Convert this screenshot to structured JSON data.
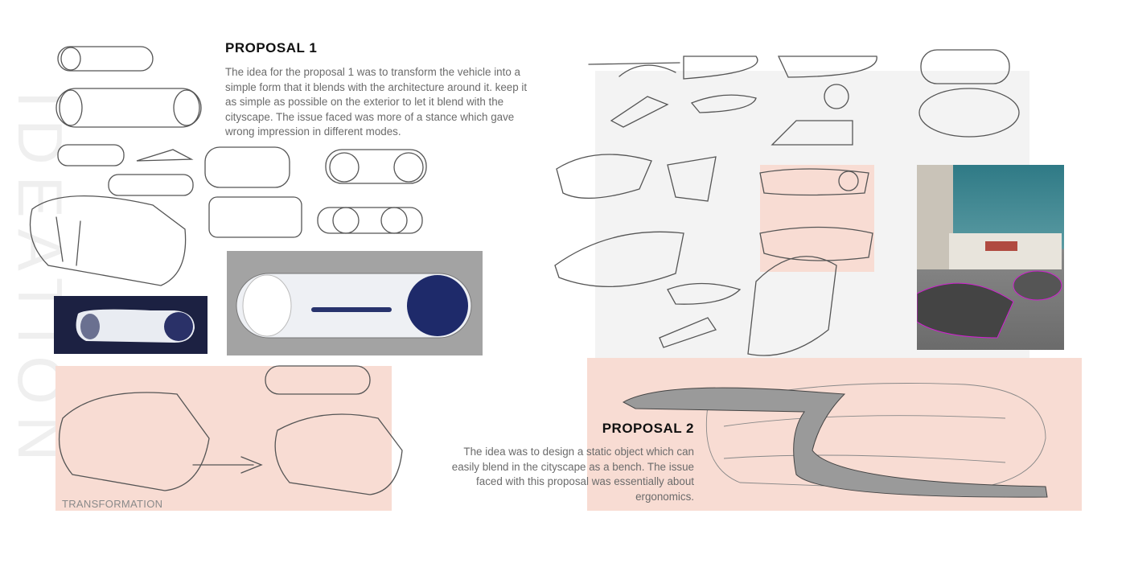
{
  "watermark": "IDEATION",
  "proposal1": {
    "title": "PROPOSAL 1",
    "text": "The idea for the proposal 1 was to transform the vehicle into a simple form that it blends with the architecture around it. keep it as simple as possible on the exterior to let it blend with the cityscape. The issue faced was more of a stance which gave wrong impression in different modes."
  },
  "transformation_label": "TRANSFORMATION",
  "proposal2": {
    "title": "PROPOSAL 2",
    "text": "The idea was to design a static object which can easily blend in the cityscape as a bench. The issue faced with this proposal was essentially about ergonomics."
  },
  "colors": {
    "pink": "#f8dcd3",
    "panel": "#f3f3f3",
    "navy": "#1c2142",
    "gray_render": "#a3a3a3",
    "photo_sky": "#2f7a86"
  }
}
